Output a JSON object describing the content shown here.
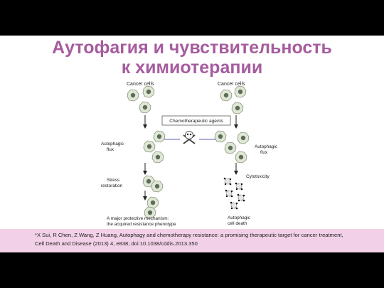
{
  "slide": {
    "title_line1": "Аутофагия и чувствительность",
    "title_line2": "к химиотерапии"
  },
  "diagram": {
    "cancer_cells_left": "Cancer cells",
    "cancer_cells_right": "Cancer cells",
    "chemo_agents": "Chemotherapeutic agents",
    "autophagic_flux_left_1": "Autophagic",
    "autophagic_flux_left_2": "flux",
    "autophagic_flux_right_1": "Autophagic",
    "autophagic_flux_right_2": "flux",
    "stress_restoration_1": "Stress",
    "stress_restoration_2": "restoration",
    "cytotoxicity": "Cytotoxicity",
    "mechanism_1": "A major protective mechanism:",
    "mechanism_2": "the acquired resistance phenotype",
    "autophagic_death_1": "Autophagic",
    "autophagic_death_2": "cell death",
    "icons": [
      "skull-crossbones-icon",
      "cancer-cell-icon",
      "dying-cell-icon"
    ],
    "colors": {
      "arrow_blue": "#5a5fb5",
      "cell": "#dfe7d5",
      "nucleus": "#5f6b5a"
    }
  },
  "reference": {
    "line1": "*X Sui, R Chen, Z Wang, Z Huang, Autophagy and chemotherapy resistance: a promising therapeutic target for cancer treatment,",
    "line2": "Cell Death and Disease (2013) 4, e838; doi:10.1038/cddis.2013.350"
  }
}
